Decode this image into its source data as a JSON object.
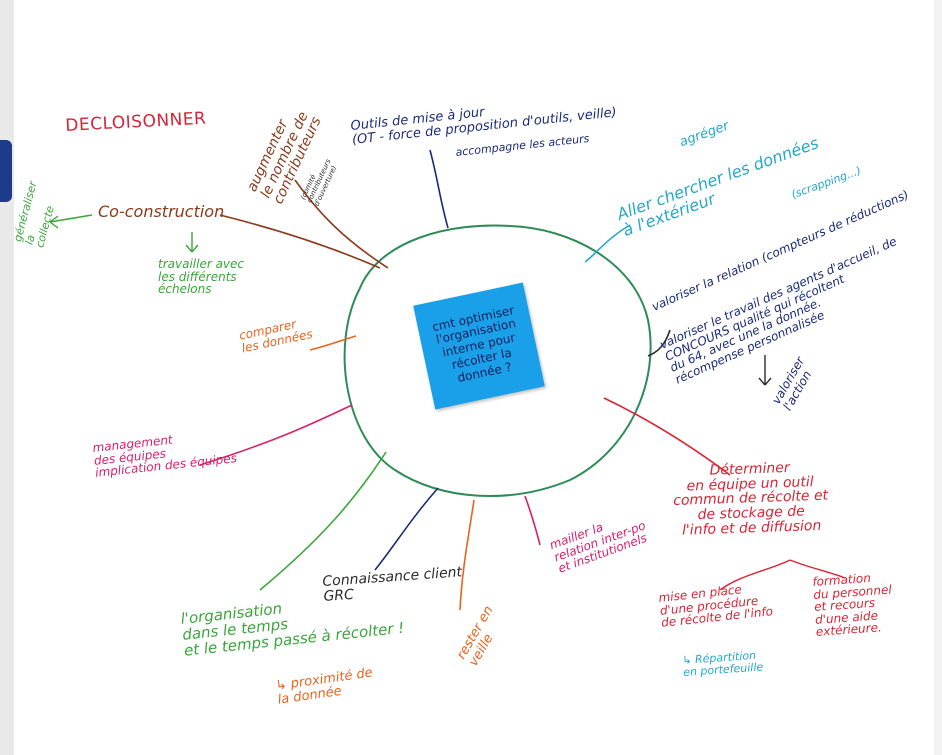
{
  "center": {
    "text": "cmt optimiser\nl'organisation\ninterne pour\nrécolter la\ndonnée ?"
  },
  "branches": {
    "decloisonner": "DECLOISONNER",
    "augmenter": "augmenter\nle nombre de\ncontributeurs",
    "augmenter_small": "(comité\ncontributeurs\nd'ouverture)",
    "outils": "Outils de mise à jour\n(OT - force de proposition d'outils, veille)",
    "accompagne": "accompagne les acteurs",
    "agreger": "agréger",
    "aller_chercher": "Aller chercher les données\nà l'extérieur",
    "scrapping": "(scrapping...)",
    "valoriser_relation": "valoriser la relation (compteurs de réductions)",
    "valoriser_travail": "valoriser le travail des agents d'accueil, de\nCONCOURS qualité qui récoltent\ndu 64, avec une la donnée.\nrécompense personnalisée",
    "valoriser_action": "valoriser\nl'action",
    "co_construction": "Co-construction",
    "generaliser": "généraliser\nla\ncollecte",
    "travailler": "travailler avec\nles différents\néchelons",
    "comparer": "comparer\nles données",
    "management": "management\ndes équipes\nimplication des équipes",
    "organisation": "l'organisation\ndans le temps\net le temps passé à récolter !",
    "proximite": "↳ proximité de\nla donnée",
    "connaissance": "Connaissance client\nGRC",
    "rester": "rester en\nveille",
    "mailler": "mailler la\nrelation inter-po\net institutionels",
    "determiner": "Déterminer\nen équipe un outil\ncommun de récolte et\nde stockage de\nl'info et de diffusion",
    "mise_en_place": "mise en place\nd'une procédure\nde récolte de l'info",
    "formation": "formation\ndu personnel\net recours\nd'une aide\nextérieure.",
    "repartition": "↳ Répartition\nen portefeuille"
  },
  "colors": {
    "red": "#d62535",
    "brown": "#8a3b1c",
    "navy": "#1b2a7a",
    "cyan": "#24a7c9",
    "green": "#3aa63a",
    "orange": "#e8641e",
    "magenta": "#d8206a",
    "pink": "#d8206a",
    "black": "#2a2a2a",
    "circle": "#2e8b57",
    "sticky": "#1aa0e8"
  }
}
